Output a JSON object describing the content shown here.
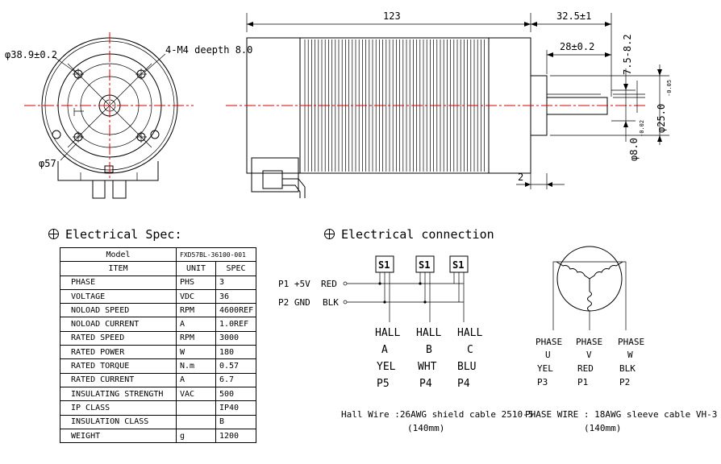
{
  "dimensions": {
    "overall_length": "123",
    "shaft_ext_length": "32.5±1",
    "shaft_flat_length": "28±0.2",
    "key_dim": "7.5-8.2",
    "boss_diameter": "φ25.0",
    "boss_tol": "-0.05",
    "shaft_diameter": "φ8.0",
    "shaft_tol": "-0.02",
    "step": "2",
    "pcd": "φ38.9±0.2",
    "mount_holes": "4-M4 deepth 8.0",
    "body_diameter": "φ57"
  },
  "electrical_spec": {
    "heading": "Electrical Spec:",
    "model_label": "Model",
    "model_value": "FXD57BL-36100-001",
    "columns": [
      "ITEM",
      "UNIT",
      "SPEC"
    ],
    "rows": [
      {
        "item": "PHASE",
        "unit": "PHS",
        "spec": "3"
      },
      {
        "item": "VOLTAGE",
        "unit": "VDC",
        "spec": "36"
      },
      {
        "item": "NOLOAD SPEED",
        "unit": "RPM",
        "spec": "4600REF"
      },
      {
        "item": "NOLOAD CURRENT",
        "unit": "A",
        "spec": "1.0REF"
      },
      {
        "item": "RATED SPEED",
        "unit": "RPM",
        "spec": "3000"
      },
      {
        "item": "RATED POWER",
        "unit": "W",
        "spec": "180"
      },
      {
        "item": "RATED TORQUE",
        "unit": "N.m",
        "spec": "0.57"
      },
      {
        "item": "RATED CURRENT",
        "unit": "A",
        "spec": "6.7"
      },
      {
        "item": "INSULATING STRENGTH",
        "unit": "VAC",
        "spec": "500"
      },
      {
        "item": "IP CLASS",
        "unit": "",
        "spec": "IP40"
      },
      {
        "item": "INSULATION CLASS",
        "unit": "",
        "spec": "B"
      },
      {
        "item": "WEIGHT",
        "unit": "g",
        "spec": "1200"
      }
    ]
  },
  "electrical_connection": {
    "heading": "Electrical connection",
    "sensor_label": "S1",
    "power_lines": [
      {
        "name": "P1 +5V",
        "color": "RED"
      },
      {
        "name": "P2 GND",
        "color": "BLK"
      }
    ],
    "hall": [
      {
        "label": "HALL",
        "phase": "A",
        "color": "YEL",
        "pin": "P5"
      },
      {
        "label": "HALL",
        "phase": "B",
        "color": "WHT",
        "pin": "P4"
      },
      {
        "label": "HALL",
        "phase": "C",
        "color": "BLU",
        "pin": "P4"
      }
    ],
    "phase": [
      {
        "label": "PHASE",
        "phase": "U",
        "color": "YEL",
        "pin": "P3"
      },
      {
        "label": "PHASE",
        "phase": "V",
        "color": "RED",
        "pin": "P1"
      },
      {
        "label": "PHASE",
        "phase": "W",
        "color": "BLK",
        "pin": "P2"
      }
    ],
    "hall_wire_note": "Hall Wire :26AWG shield cable 2510-5",
    "hall_wire_len": "(140mm)",
    "phase_wire_note": "PHASE WIRE : 18AWG sleeve cable VH-3",
    "phase_wire_len": "(140mm)"
  },
  "colors": {
    "line": "#000000",
    "centerline": "#e00000"
  }
}
